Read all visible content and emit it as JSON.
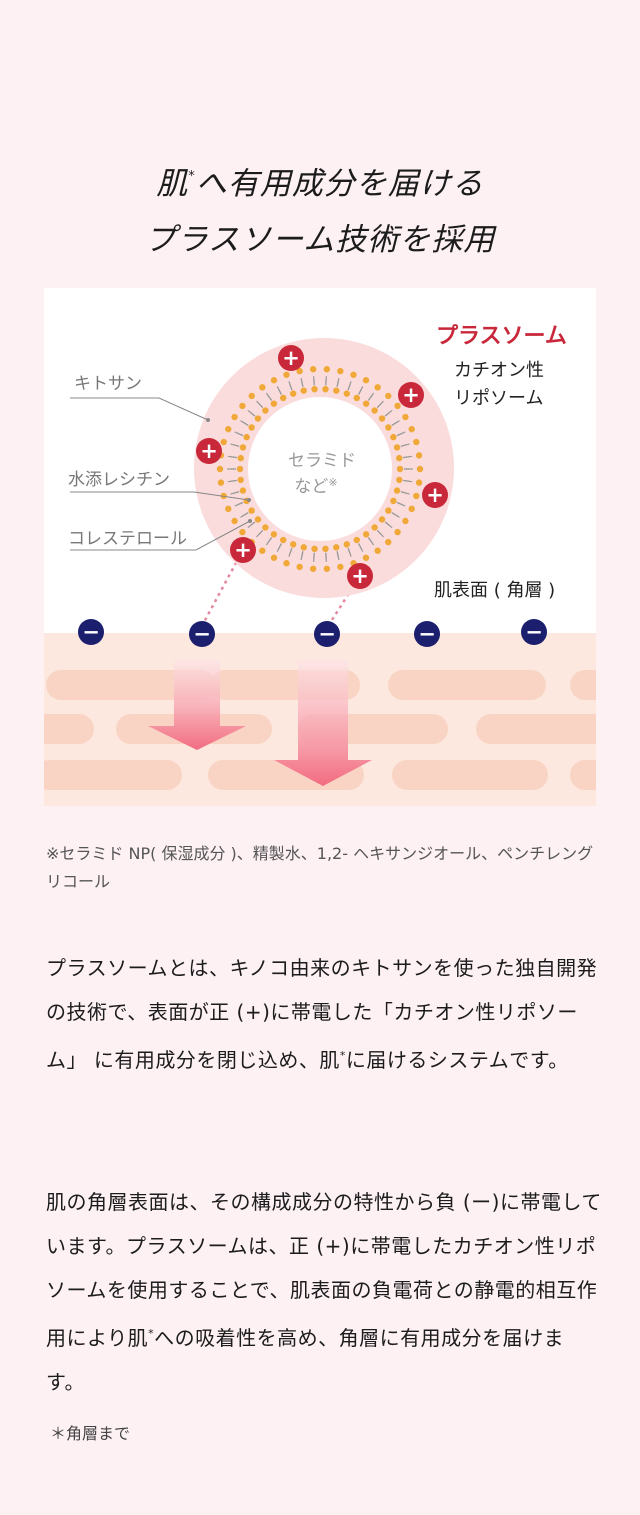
{
  "heading": {
    "line1_pre": "肌",
    "line1_mark": "*",
    "line1_post": "へ有用成分を届ける",
    "line2": "プラスソーム技術を採用"
  },
  "diagram": {
    "plasome_title": "プラスソーム",
    "plasome_line1": "カチオン性",
    "plasome_line2": "リポソーム",
    "label_chitosan": "キトサン",
    "label_lecithin": "水添レシチン",
    "label_cholesterol": "コレステロール",
    "core_line1": "セラミド",
    "core_line2": "など",
    "core_mark": "※",
    "skin_surface": "肌表面 ( 角層 )",
    "plus_symbol": "+",
    "minus_symbol": "−",
    "colors": {
      "plasome_red": "#c8283a",
      "halo_pink": "#fadcdc",
      "lipid_head": "#f0a838",
      "lipid_tail": "#9a9a9a",
      "negative_navy": "#1b1f6e",
      "skin_base": "#fde8df",
      "skin_cells": "#f9d4c4",
      "arrow_pink": "#f26b80"
    }
  },
  "diagram_footnote": "※セラミド NP( 保湿成分 )、精製水、1,2- ヘキサンジオール、ペンチレングリコール",
  "paragraph1": {
    "before": "プラスソームとは、キノコ由来のキトサンを使った独自開発の技術で、表面が正 (+)に帯電した「カチオン性リポソーム」 に有用成分を閉じ込め、肌",
    "mark": "*",
    "after": "に届けるシステムです。"
  },
  "paragraph2": {
    "before": "肌の角層表面は、その構成成分の特性から負 (ー)に帯電しています。プラスソームは、正 (+)に帯電したカチオン性リポソームを使用することで、肌表面の負電荷との静電的相互作用により肌",
    "mark": "*",
    "after": "への吸着性を高め、角層に有用成分を届けます。"
  },
  "bottom_footnote": "＊角層まで"
}
